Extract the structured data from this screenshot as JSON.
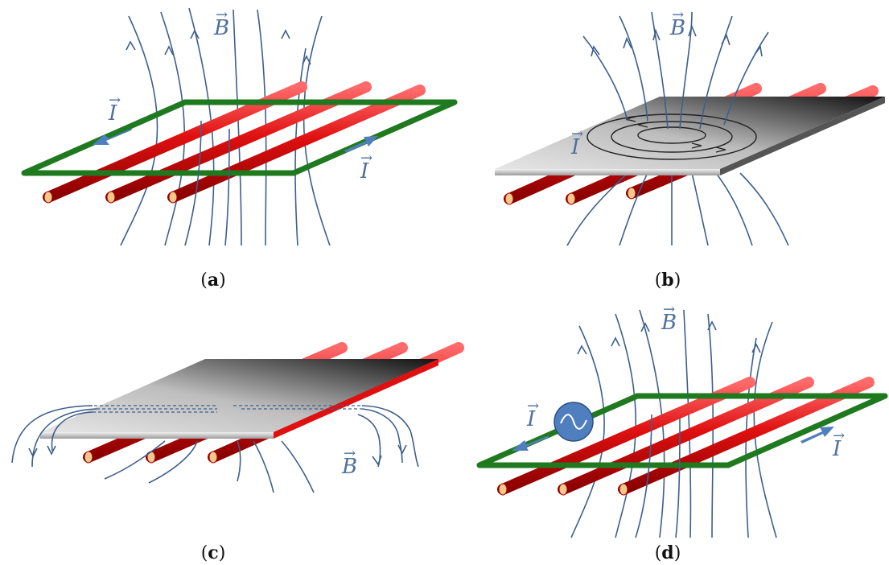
{
  "figure": {
    "panels": [
      {
        "id": "a",
        "caption_letter": "a",
        "field_symbol": "B",
        "current_symbol": "I"
      },
      {
        "id": "b",
        "caption_letter": "b",
        "field_symbol": "B",
        "current_symbol": "I"
      },
      {
        "id": "c",
        "caption_letter": "c",
        "field_symbol": "B"
      },
      {
        "id": "d",
        "caption_letter": "d",
        "field_symbol": "B",
        "current_symbol": "I"
      }
    ],
    "vector_arrow": "→",
    "colors": {
      "field_lines": "#3d5f8c",
      "current_arrows": "#4f7fbf",
      "loop": "#1f7a1f",
      "rods": "#e01010",
      "rod_end": "#f2c98a",
      "plate_light": "#d8d8d8",
      "plate_dark": "#1a1a1a",
      "source": "#4f7fbf"
    }
  }
}
